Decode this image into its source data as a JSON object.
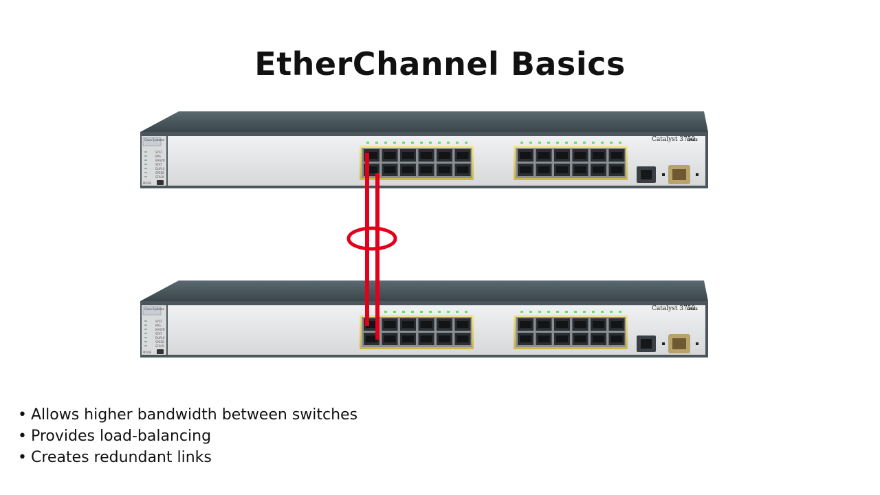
{
  "slide": {
    "title": "EtherChannel Basics",
    "bullets": [
      "Allows higher bandwidth between switches",
      "Provides load-balancing",
      "Creates redundant links"
    ]
  },
  "switches": [
    {
      "id": "top",
      "model": "Catalyst 3750",
      "series": "SERIES",
      "brand": "Cisco Systems",
      "mode_label": "MODE",
      "leds": [
        "SYST",
        "RPS",
        "MASTR",
        "STAT",
        "DUPLX",
        "SPEED",
        "STACK"
      ]
    },
    {
      "id": "bottom",
      "model": "Catalyst 3750",
      "series": "SERIES",
      "brand": "Cisco Systems",
      "mode_label": "MODE",
      "leds": [
        "SYST",
        "RPS",
        "MASTR",
        "STAT",
        "DUPLX",
        "SPEED",
        "STACK"
      ]
    }
  ],
  "colors": {
    "link": "#e2001a",
    "port_frame": "#e8d36a",
    "chassis_top": "#4c5a60",
    "faceplate": "#e4e6e8"
  }
}
